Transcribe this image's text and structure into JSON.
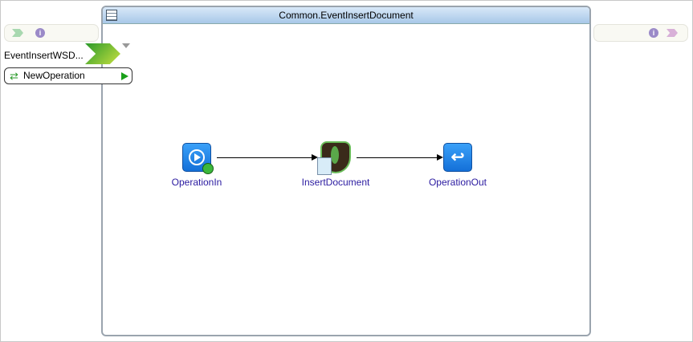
{
  "pool": {
    "title": "Common.EventInsertDocument"
  },
  "left": {
    "endpoint_label": "EventInsertWSD...",
    "operation": "NewOperation"
  },
  "nodes": [
    {
      "label": "OperationIn"
    },
    {
      "label": "InsertDocument"
    },
    {
      "label": "OperationOut"
    }
  ]
}
